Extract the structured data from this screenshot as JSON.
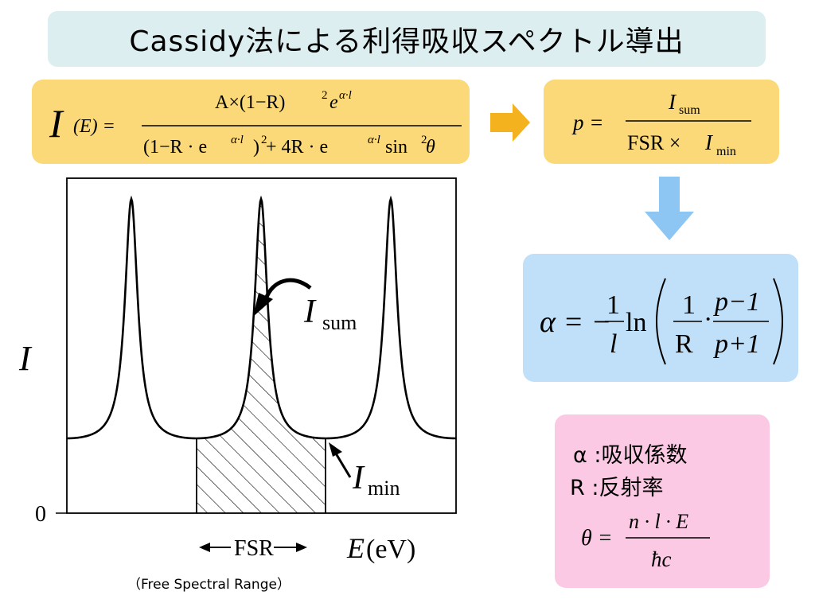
{
  "title": "Cassidy法による利得吸収スペクトル導出",
  "formula_I": {
    "lhs_I": "I",
    "lhs_E": "(E) =",
    "numerator": "A×(1−R)",
    "numerator_sup": "2",
    "numerator_e": "e",
    "numerator_exp": "α·l",
    "denominator_a": "(1−R · e",
    "denominator_exp1": "α·l",
    "denominator_b": ")",
    "denominator_sq": "2",
    "denominator_c": " + 4R · e",
    "denominator_exp2": "α·l",
    "denominator_d": " sin",
    "denominator_sin_sq": "2",
    "denominator_theta": " θ"
  },
  "formula_p": {
    "lhs": "p =",
    "num_I": "I",
    "num_sub": "sum",
    "den_FSR": "FSR × ",
    "den_I": "I",
    "den_sub": "min"
  },
  "formula_alpha": {
    "lhs": "α = −",
    "one": "1",
    "l": "l",
    "ln": "ln",
    "one2": "1",
    "R": "R",
    "dot": "·",
    "pm1": "p−1",
    "pp1": "p+1"
  },
  "legend": {
    "alpha_line": "α :吸収係数",
    "R_line": "R :反射率",
    "theta_lhs": "θ =",
    "theta_num": "n · l · E",
    "theta_den": "ħc"
  },
  "plot": {
    "y_label": "I",
    "zero_label": "0",
    "isum_I": "I",
    "isum_sub": "sum",
    "imin_I": "I",
    "imin_sub": "min",
    "fsr_label": "FSR",
    "x_label_E": "E",
    "x_label_unit": " (eV)",
    "caption": "（Free Spectral Range）"
  },
  "colors": {
    "title_bg": "#dceef0",
    "yellow": "#fbd978",
    "blue": "#bfe0f8",
    "pink": "#fbc9e4",
    "arrow_orange": "#f5b21f",
    "arrow_blue": "#8ec6f3"
  }
}
